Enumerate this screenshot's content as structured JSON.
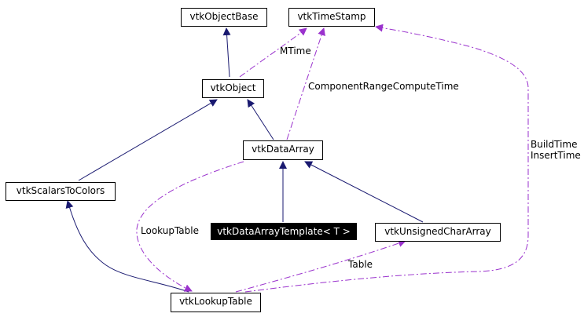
{
  "nodes": {
    "vtkObjectBase": "vtkObjectBase",
    "vtkTimeStamp": "vtkTimeStamp",
    "vtkObject": "vtkObject",
    "vtkDataArray": "vtkDataArray",
    "vtkScalarsToColors": "vtkScalarsToColors",
    "vtkDataArrayTemplate": "vtkDataArrayTemplate< T >",
    "vtkUnsignedCharArray": "vtkUnsignedCharArray",
    "vtkLookupTable": "vtkLookupTable"
  },
  "edge_labels": {
    "mtime": "MTime",
    "component_range_compute_time": "ComponentRangeComputeTime",
    "build_time": "BuildTime",
    "insert_time": "InsertTime",
    "lookup_table": "LookupTable",
    "table": "Table"
  },
  "colors": {
    "inheritance_edge": "#191970",
    "member_edge": "#9a32cd",
    "active_node_fill": "#000000",
    "active_node_text": "#ffffff"
  }
}
